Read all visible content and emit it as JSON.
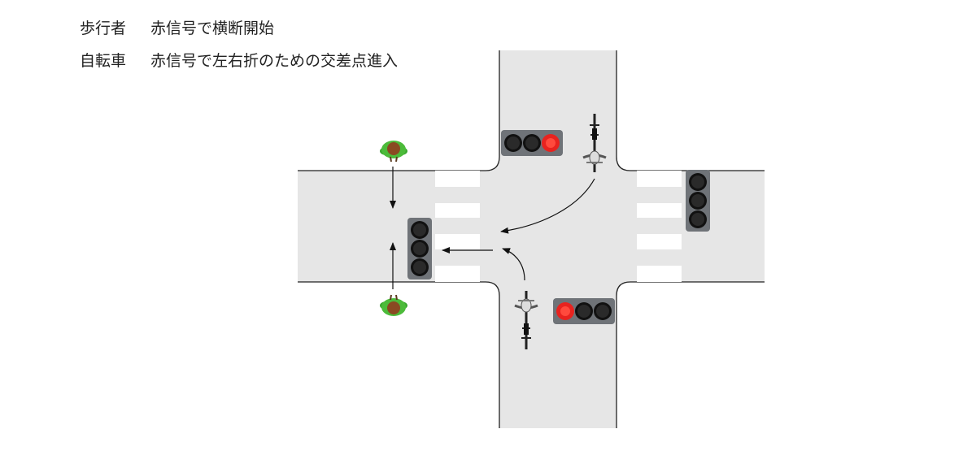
{
  "legend": {
    "pedestrian_label": "歩行者",
    "pedestrian_text": "赤信号で横断開始",
    "bicycle_label": "自転車",
    "bicycle_text": "赤信号で左右折のための交差点進入"
  },
  "signals": [
    {
      "id": "north",
      "orientation": "horizontal",
      "lit": "right",
      "lit_color": "red"
    },
    {
      "id": "east",
      "orientation": "vertical",
      "lit": "none"
    },
    {
      "id": "west",
      "orientation": "vertical",
      "lit": "none"
    },
    {
      "id": "south",
      "orientation": "horizontal",
      "lit": "left",
      "lit_color": "red"
    }
  ],
  "colors": {
    "road": "#e6e6e6",
    "road_edge": "#222222",
    "crosswalk": "#ffffff",
    "signal_housing": "#6f7378",
    "lamp_off": "#141414",
    "lamp_red": "#e8231f",
    "pedestrian_shirt": "#4cbb3a",
    "pedestrian_hair": "#8a4a22"
  }
}
